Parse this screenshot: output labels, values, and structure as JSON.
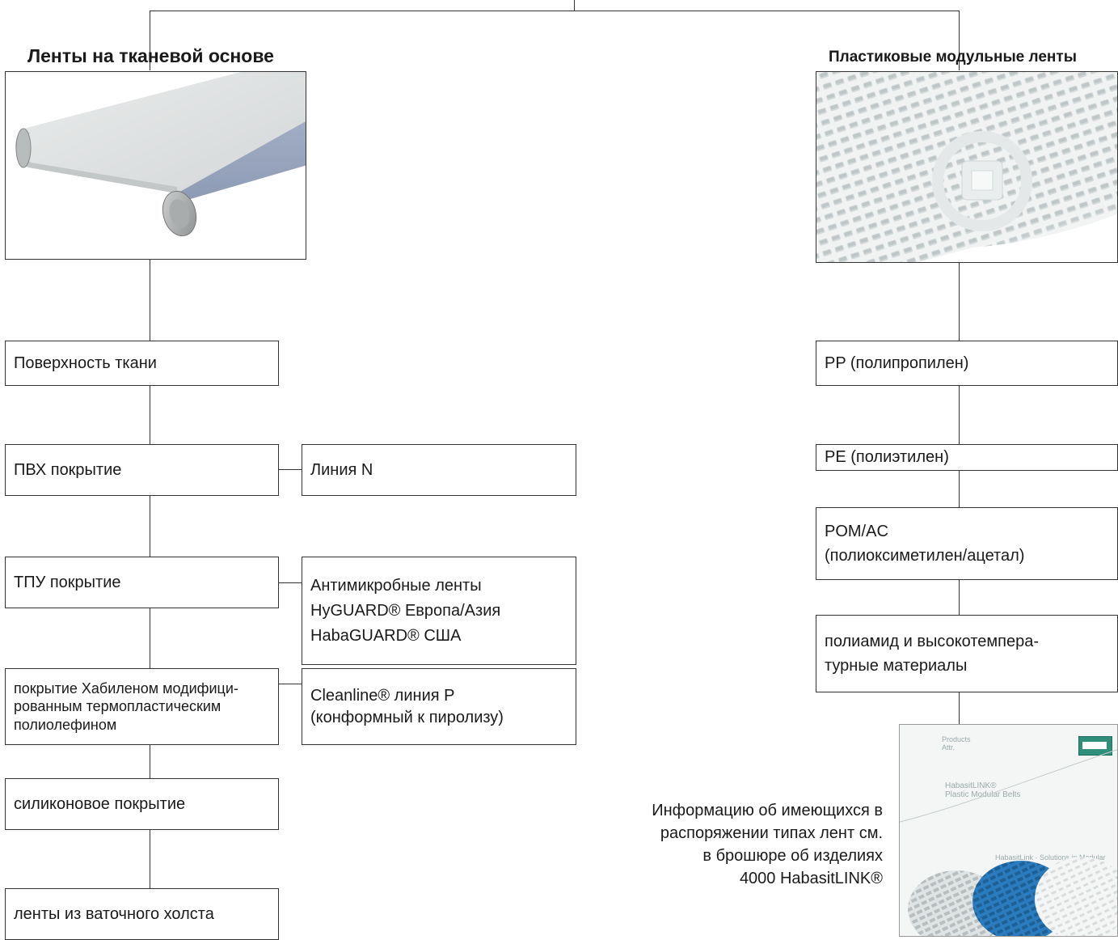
{
  "colors": {
    "line": "#333333",
    "belt_blue": "#9aa9c2",
    "brochure_blue": "#2a7cbf",
    "logo_green": "#2f8f7b"
  },
  "left": {
    "title": "Ленты на тканевой основе",
    "items": [
      "Поверхность ткани",
      "ПВХ покрытие",
      "ТПУ покрытие",
      "покрытие Хабиленом модифици-\nрованным термопластическим\nполиолефином",
      "силиконовое покрытие",
      "ленты из ваточного холста"
    ],
    "side_items": [
      "Линия N",
      "Антимикробные ленты\nHyGUARD® Европа/Азия\nHabaGUARD® США",
      "Cleanline® линия P\n(конформный к пиролизу)"
    ]
  },
  "right": {
    "title": "Пластиковые модульные ленты",
    "items": [
      "PP (полипропилен)",
      "PE (полиэтилен)",
      "POM/AC\n(полиоксиметилен/ацетал)",
      "полиамид и высокотемпера-\nтурные материалы"
    ]
  },
  "note": "Информацию об имеющихся в\nраспоряжении типах лент см.\nв брошюре об изделиях\n4000 HabasitLINK®",
  "brochure": {
    "label1": "Products\nAttr.",
    "label2": "HabasitLINK®\nPlastic Modular Belts",
    "label3": "HabasitLink · Solutions in Modular"
  },
  "icons": [
    "fabric-belt-photo",
    "modular-belt-photo",
    "brochure-cover-image",
    "habasit-logo-icon"
  ]
}
